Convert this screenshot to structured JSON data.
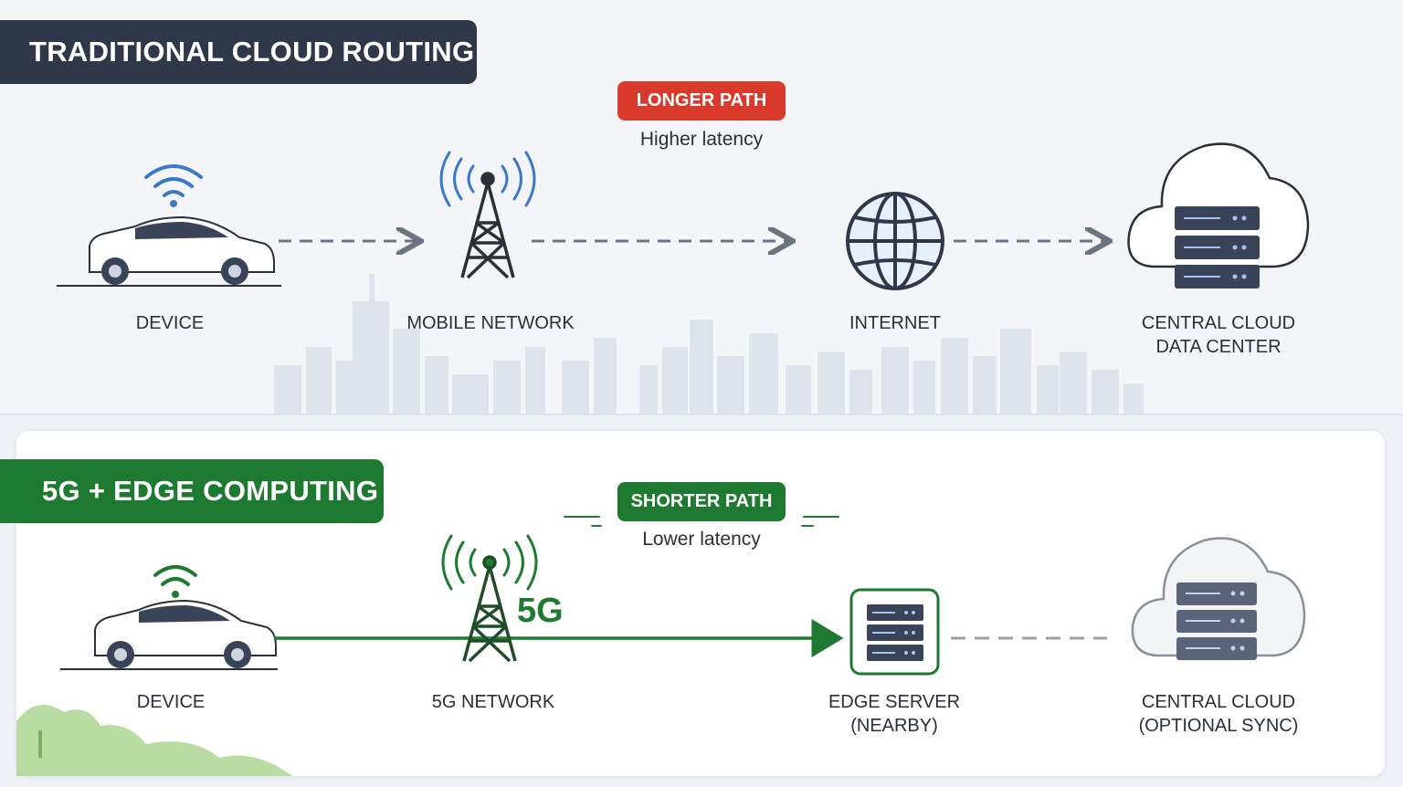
{
  "traditional": {
    "title": "TRADITIONAL CLOUD ROUTING",
    "badge": "LONGER PATH",
    "note": "Higher latency",
    "nodes": {
      "device": "DEVICE",
      "mobile_network": "MOBILE NETWORK",
      "internet": "INTERNET",
      "cloud_line1": "CENTRAL CLOUD",
      "cloud_line2": "DATA CENTER"
    }
  },
  "edge": {
    "title": "5G + EDGE COMPUTING",
    "badge": "SHORTER PATH",
    "note": "Lower latency",
    "tower_tag": "5G",
    "nodes": {
      "device": "DEVICE",
      "network": "5G NETWORK",
      "edge_line1": "EDGE SERVER",
      "edge_line2": "(NEARBY)",
      "cloud_line1": "CENTRAL CLOUD",
      "cloud_line2": "(OPTIONAL SYNC)"
    }
  },
  "colors": {
    "dark": "#2e3849",
    "green": "#1e7a30",
    "red": "#d93a2b",
    "blue": "#3a78c9",
    "dash": "#6b7280"
  }
}
